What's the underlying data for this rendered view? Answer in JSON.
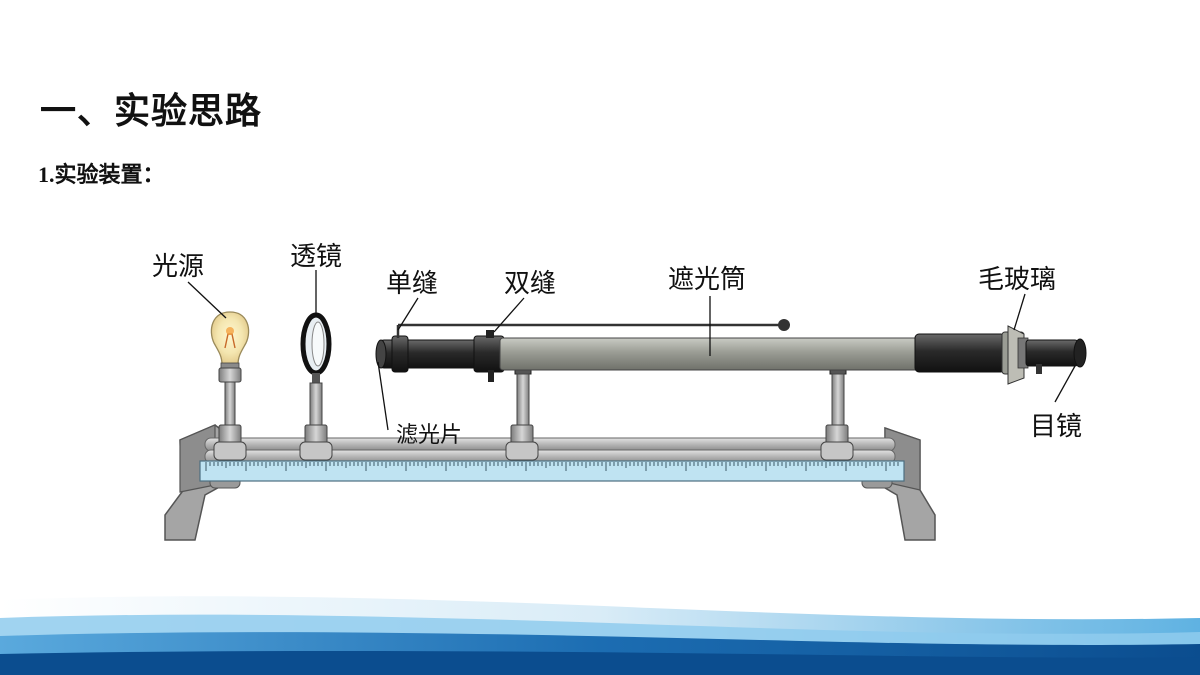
{
  "slide": {
    "heading": "一、实验思路",
    "subheading": "1.实验装置："
  },
  "diagram": {
    "labels": {
      "light_source": "光源",
      "lens": "透镜",
      "single_slit": "单缝",
      "double_slit": "双缝",
      "shading_tube": "遮光筒",
      "frosted_glass": "毛玻璃",
      "filter": "滤光片",
      "eyepiece": "目镜"
    }
  },
  "colors": {
    "tube_gray": "#9a9c94",
    "tube_black": "#2a2a2a",
    "ruler_blue": "#bfe3f2",
    "rail_gray": "#b8b8b8",
    "footer_blue_dark": "#0b4d8f",
    "footer_blue_light": "#7cc4ea"
  }
}
